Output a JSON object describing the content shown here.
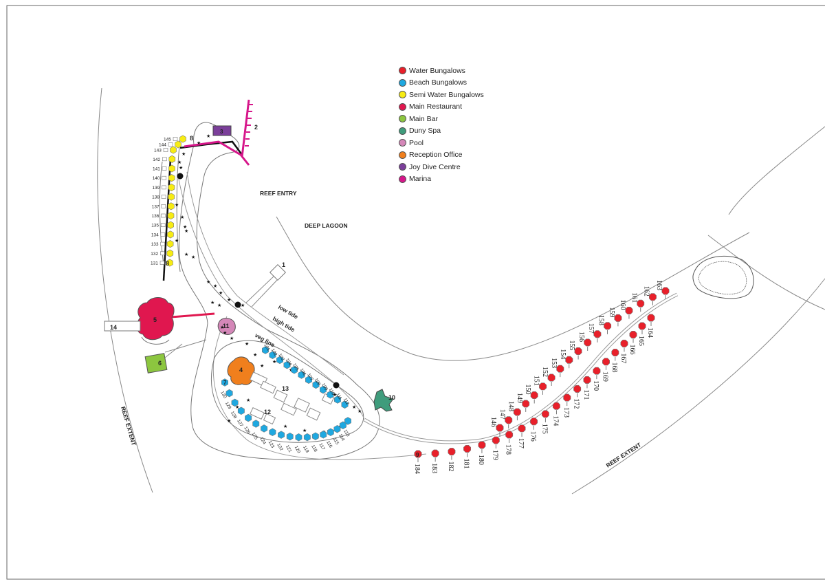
{
  "colors": {
    "water_bungalow": "#e8202a",
    "beach_bungalow": "#1fa8e0",
    "semi_water_bungalow": "#f7ec13",
    "main_restaurant": "#e0174f",
    "main_bar": "#8cc63f",
    "duny_spa": "#3f9c7c",
    "pool": "#d487b8",
    "reception_office": "#f07f1d",
    "joy_dive_centre": "#7b3f9a",
    "marina": "#d6168a",
    "outline": "#7a7a7a",
    "path": "#111111"
  },
  "legend": [
    {
      "label": "Water Bungalows",
      "color": "#e8202a"
    },
    {
      "label": "Beach Bungalows",
      "color": "#1fa8e0"
    },
    {
      "label": "Semi Water Bungalows",
      "color": "#f7ec13"
    },
    {
      "label": "Main Restaurant",
      "color": "#e0174f"
    },
    {
      "label": "Main Bar",
      "color": "#8cc63f"
    },
    {
      "label": "Duny Spa",
      "color": "#3f9c7c"
    },
    {
      "label": "Pool",
      "color": "#d487b8"
    },
    {
      "label": "Reception Office",
      "color": "#f07f1d"
    },
    {
      "label": "Joy Dive Centre",
      "color": "#7b3f9a"
    },
    {
      "label": "Marina",
      "color": "#d6168a"
    }
  ],
  "map_labels": {
    "reef_entry": "REEF ENTRY",
    "deep_lagoon": "DEEP LAGOON",
    "low_tide": "low tide",
    "high_tide": "high tide",
    "veg_line": "veg line",
    "reef_extent_left": "REEF EXTENT",
    "reef_extent_right": "REEF EXTENT"
  },
  "facilities": {
    "jetty": "1",
    "marina": "2",
    "dive_centre": "3",
    "reception": "4",
    "restaurant": "5",
    "bar": "6",
    "beach_7": "7",
    "semi_8_top": "8",
    "semi_8_bottom": "8",
    "water_9": "9",
    "spa": "10",
    "pool": "11",
    "building_12": "12",
    "building_13": "13",
    "building_14": "14"
  },
  "semi_water_bungalows": [
    "131",
    "132",
    "133",
    "134",
    "135",
    "136",
    "137",
    "138",
    "139",
    "140",
    "141",
    "142",
    "143",
    "144",
    "145"
  ],
  "beach_bungalows_top": [
    "101",
    "102",
    "103",
    "104",
    "105",
    "106",
    "107",
    "108",
    "109",
    "110",
    "111",
    "112"
  ],
  "beach_bungalows_bottom": [
    "113",
    "114",
    "115",
    "116",
    "117",
    "118",
    "119",
    "120",
    "121",
    "122",
    "123",
    "124",
    "125",
    "126",
    "127",
    "128",
    "129",
    "130"
  ],
  "water_bungalows_inner": [
    "146",
    "147",
    "148",
    "149",
    "150",
    "151",
    "152",
    "153",
    "154",
    "155",
    "156",
    "157",
    "158",
    "159",
    "160",
    "161",
    "162",
    "163"
  ],
  "water_bungalows_outer": [
    "164",
    "165",
    "166",
    "167",
    "168",
    "169",
    "170",
    "171",
    "172",
    "173",
    "174",
    "175",
    "176",
    "177",
    "178",
    "179",
    "180",
    "181",
    "182",
    "183",
    "184"
  ]
}
